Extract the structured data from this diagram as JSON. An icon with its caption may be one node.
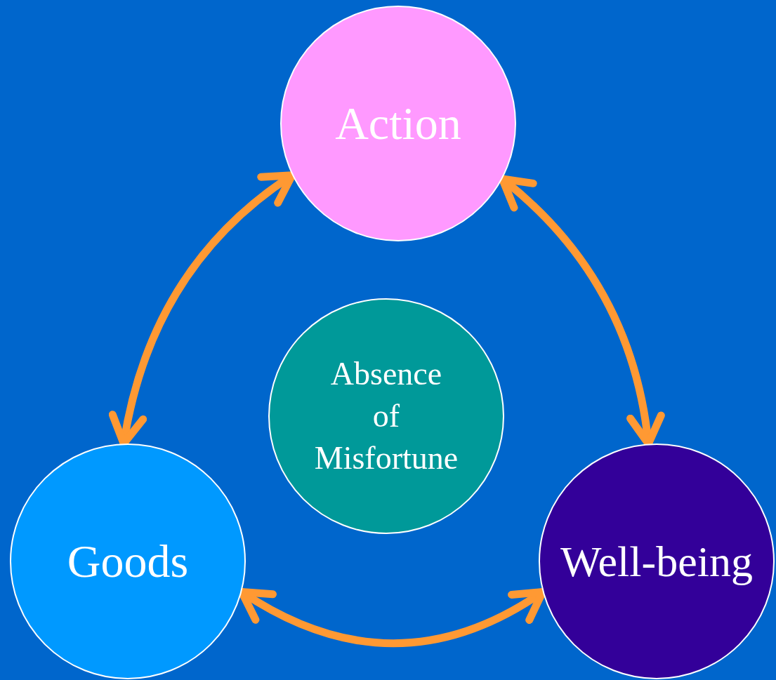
{
  "diagram": {
    "nodes": [
      {
        "text": [
          "Action"
        ]
      },
      {
        "text": [
          "Absence of Misfortune"
        ]
      },
      {
        "text": [
          "Goods"
        ]
      },
      {
        "text": [
          "Well-being"
        ]
      }
    ],
    "edges": [
      {
        "from": 2,
        "to": 0,
        "arrow": "both"
      },
      {
        "from": 0,
        "to": 3,
        "arrow": "both"
      },
      {
        "from": 2,
        "to": 3,
        "arrow": "both"
      }
    ]
  }
}
